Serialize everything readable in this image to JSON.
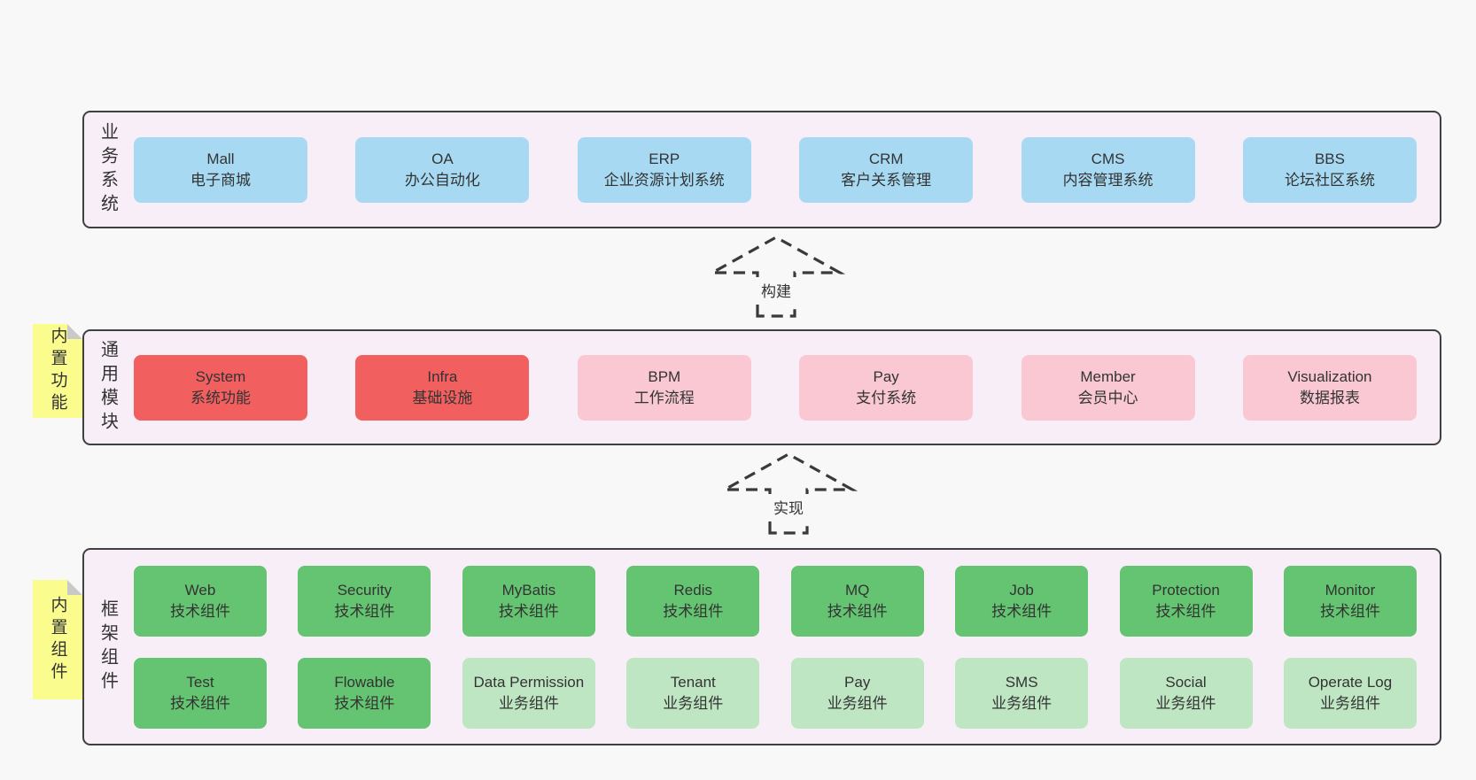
{
  "colors": {
    "page_background": "#f8f8f8",
    "band_background": "#f8eef7",
    "band_border": "#404040",
    "node_blue": "#a7daf2",
    "node_red": "#f15f5f",
    "node_pink": "#f9c8d3",
    "node_green": "#64c471",
    "node_light_green": "#bfe6c3",
    "note_yellow": "#fafc8e",
    "note_fold_gray": "#c9c9c9",
    "text": "#333333"
  },
  "sections": {
    "business": {
      "label": "业务系统",
      "items": [
        {
          "name": "Mall",
          "subtitle": "电子商城"
        },
        {
          "name": "OA",
          "subtitle": "办公自动化"
        },
        {
          "name": "ERP",
          "subtitle": "企业资源计划系统"
        },
        {
          "name": "CRM",
          "subtitle": "客户关系管理"
        },
        {
          "name": "CMS",
          "subtitle": "内容管理系统"
        },
        {
          "name": "BBS",
          "subtitle": "论坛社区系统"
        }
      ]
    },
    "modules": {
      "label": "通用模块",
      "note_label": "内置功能",
      "items": [
        {
          "name": "System",
          "subtitle": "系统功能"
        },
        {
          "name": "Infra",
          "subtitle": "基础设施"
        },
        {
          "name": "BPM",
          "subtitle": "工作流程"
        },
        {
          "name": "Pay",
          "subtitle": "支付系统"
        },
        {
          "name": "Member",
          "subtitle": "会员中心"
        },
        {
          "name": "Visualization",
          "subtitle": "数据报表"
        }
      ]
    },
    "framework": {
      "label": "框架组件",
      "note_label": "内置组件",
      "row1": [
        {
          "name": "Web",
          "subtitle": "技术组件"
        },
        {
          "name": "Security",
          "subtitle": "技术组件"
        },
        {
          "name": "MyBatis",
          "subtitle": "技术组件"
        },
        {
          "name": "Redis",
          "subtitle": "技术组件"
        },
        {
          "name": "MQ",
          "subtitle": "技术组件"
        },
        {
          "name": "Job",
          "subtitle": "技术组件"
        },
        {
          "name": "Protection",
          "subtitle": "技术组件"
        },
        {
          "name": "Monitor",
          "subtitle": "技术组件"
        }
      ],
      "row2": [
        {
          "name": "Test",
          "subtitle": "技术组件"
        },
        {
          "name": "Flowable",
          "subtitle": "技术组件"
        },
        {
          "name": "Data Permission",
          "subtitle": "业务组件"
        },
        {
          "name": "Tenant",
          "subtitle": "业务组件"
        },
        {
          "name": "Pay",
          "subtitle": "业务组件"
        },
        {
          "name": "SMS",
          "subtitle": "业务组件"
        },
        {
          "name": "Social",
          "subtitle": "业务组件"
        },
        {
          "name": "Operate Log",
          "subtitle": "业务组件"
        }
      ]
    }
  },
  "arrows": {
    "build": {
      "label": "构建"
    },
    "implement": {
      "label": "实现"
    }
  }
}
